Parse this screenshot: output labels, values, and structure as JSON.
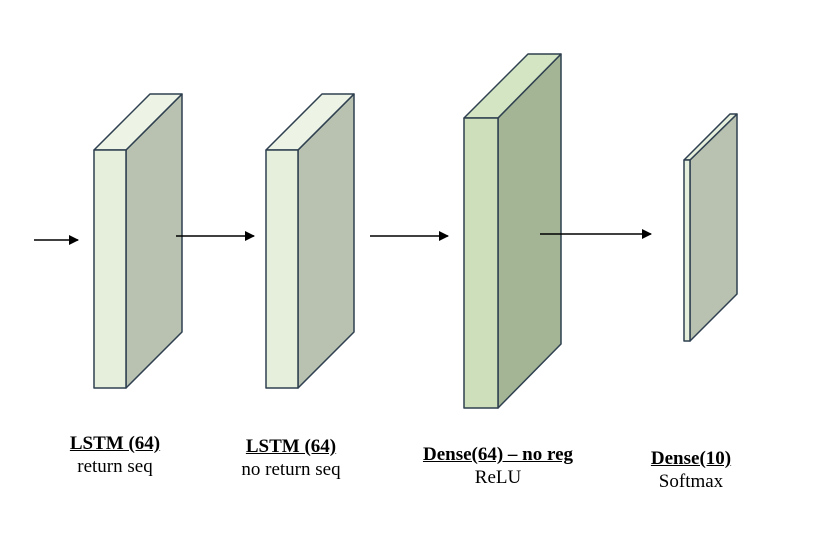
{
  "layers": [
    {
      "title": "LSTM (64)",
      "subtitle": "return seq"
    },
    {
      "title": "LSTM (64)",
      "subtitle": "no return seq"
    },
    {
      "title": "Dense(64) – no reg",
      "subtitle": "ReLU"
    },
    {
      "title": "Dense(10)",
      "subtitle": "Softmax"
    }
  ],
  "colors": {
    "lstm_front": "#e6efdb",
    "lstm_top": "#edf4e6",
    "lstm_side": "#b9c1b0",
    "dense_front": "#cddfbb",
    "dense_top": "#d3e5c3",
    "dense_side": "#a3b594",
    "out_front": "#e6efdb",
    "out_top": "#e6efdb",
    "out_side": "#b9c1b0",
    "stroke": "#2f4050",
    "arrow": "#000000"
  }
}
